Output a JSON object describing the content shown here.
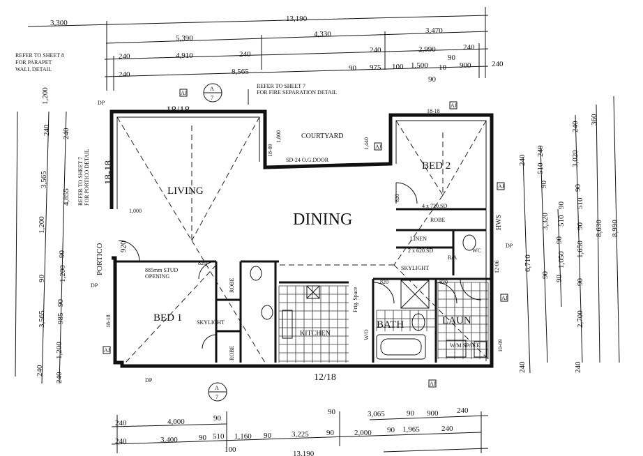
{
  "rooms": {
    "living": "LIVING",
    "dining": "DINING",
    "bed1": "BED 1",
    "bed2": "BED 2",
    "courtyard": "COURTYARD",
    "portico": "PORTICO",
    "kitchen": "KITCHEN",
    "bath": "BATH",
    "laun": "LAUN",
    "robe_bed2": "ROBE",
    "robe_bed1_a": "ROBE",
    "robe_bed1_b": "ROBE",
    "linen": "LINEN",
    "wc": "WC",
    "hws": "HWS",
    "frig": "Frig. Space",
    "wo": "W/O",
    "wm": "W/M SPACE"
  },
  "notes": {
    "parapet": [
      "REFER TO SHEET 8",
      "FOR PARAPET",
      "WALL DETAIL"
    ],
    "fire": [
      "REFER TO SHEET 7",
      "FOR FIRE SEPARATION DETAIL"
    ],
    "portico_ref": [
      "REFER TO SHEET 7",
      "FOR PORTICO DETAIL"
    ],
    "stud": [
      "885mm STUD",
      "OPENING"
    ],
    "skylight1": "SKYLIGHT",
    "skylight2": "SKYLIGHT",
    "sd_door": "SD-24 O.G.DOOR",
    "sd_robe": "4 x 720.SD",
    "sd_linen": "2 x 620.SD",
    "ra": "R/A",
    "dp": "DP",
    "door_820": "820",
    "door_920": "920",
    "wall_18_18": "18-18",
    "wall_18_09": "18-09",
    "wall_10_09": "10-09",
    "wall_12_06": "12-06",
    "dim_1800": "1,800",
    "dim_1440": "1,440",
    "dim_1000": "1,000",
    "hand_18_18": "18/18",
    "hand_18_18b": "18-18",
    "hand_12_18": "12/18",
    "section_a": "A",
    "section_sheet": "7",
    "aj": "AJ"
  },
  "dims_top": [
    "3,300",
    "13,190",
    "5,390",
    "4,330",
    "3,470",
    "240",
    "4,910",
    "240",
    "240",
    "2,990",
    "240",
    "240",
    "8,565",
    "90",
    "975",
    "100",
    "1,500",
    "90",
    "90",
    "10",
    "900",
    "240"
  ],
  "dims_bottom": [
    "240",
    "4,000",
    "90",
    "90",
    "3,065",
    "90",
    "900",
    "240",
    "240",
    "3,400",
    "90",
    "510",
    "100",
    "1,160",
    "90",
    "3,225",
    "90",
    "2,000",
    "90",
    "1,965",
    "240",
    "13,190"
  ],
  "dims_right": [
    "240",
    "6,710",
    "240",
    "240",
    "510",
    "90",
    "3,320",
    "90",
    "90",
    "1,050",
    "90",
    "510",
    "90",
    "240",
    "2,700",
    "90",
    "1,650",
    "90",
    "510",
    "90",
    "3,020",
    "240",
    "8,630",
    "360",
    "8,990"
  ],
  "dims_left": [
    "1,200",
    "240",
    "240",
    "3,565",
    "4,855",
    "1,200",
    "90",
    "1,200",
    "90",
    "3,565",
    "985",
    "90",
    "1,200",
    "240",
    "240"
  ]
}
